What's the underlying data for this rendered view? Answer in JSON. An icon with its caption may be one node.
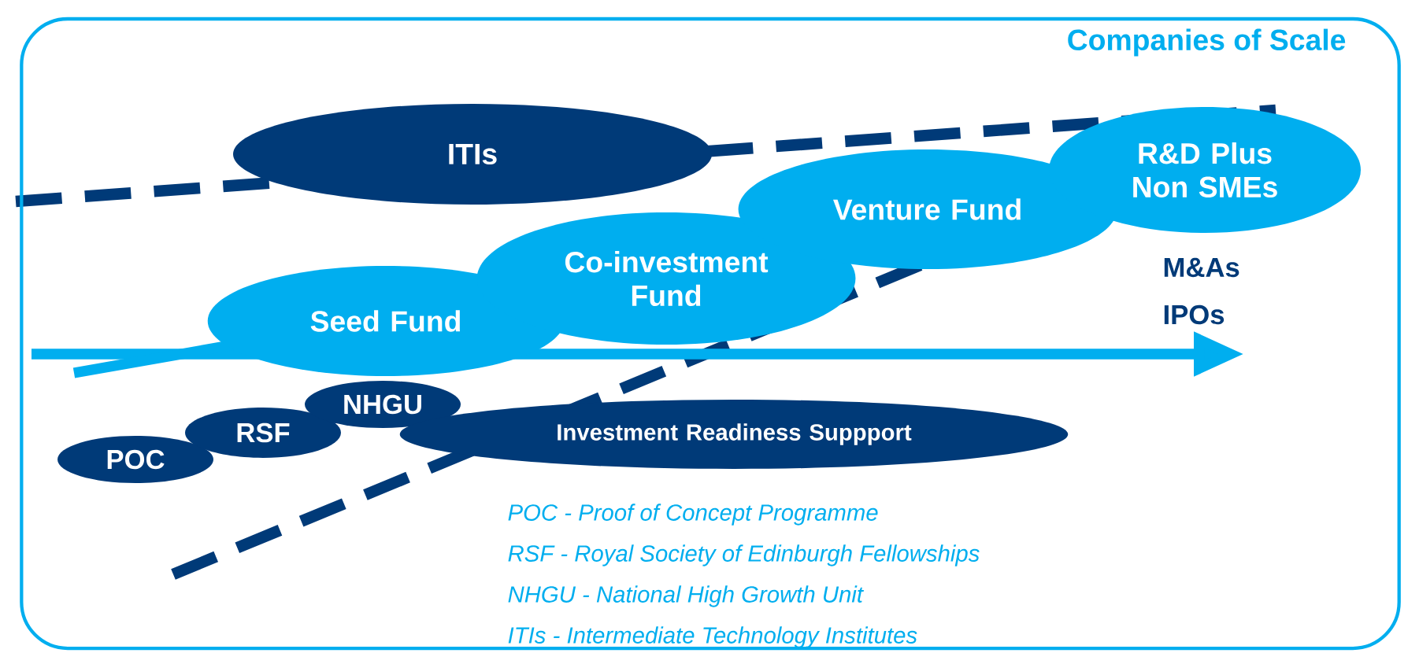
{
  "diagram": {
    "nodes": [
      {
        "text": [
          "Companies of Scale"
        ]
      },
      {
        "text": [
          "ITIs"
        ],
        "in": 0
      },
      {
        "text": [
          "Seed Fund"
        ],
        "in": 0
      },
      {
        "text": [
          "Co-investment Fund"
        ],
        "in": 0
      },
      {
        "text": [
          "Venture Fund"
        ],
        "in": 0
      },
      {
        "text": [
          "R&D Plus Non SMEs"
        ],
        "in": 0
      },
      {
        "text": [
          "POC"
        ],
        "in": 0
      },
      {
        "text": [
          "RSF"
        ],
        "in": 0
      },
      {
        "text": [
          "NHGU"
        ],
        "in": 0
      },
      {
        "text": [
          "Investment Readiness Suppport"
        ],
        "in": 0
      }
    ],
    "labels": [
      "M&As",
      "IPOs",
      "POC - Proof of Concept Programme",
      "RSF - Royal Society of Edinburgh Fellowships",
      "NHGU - National High Growth Unit",
      "ITIs - Intermediate Technology Institutes"
    ]
  }
}
